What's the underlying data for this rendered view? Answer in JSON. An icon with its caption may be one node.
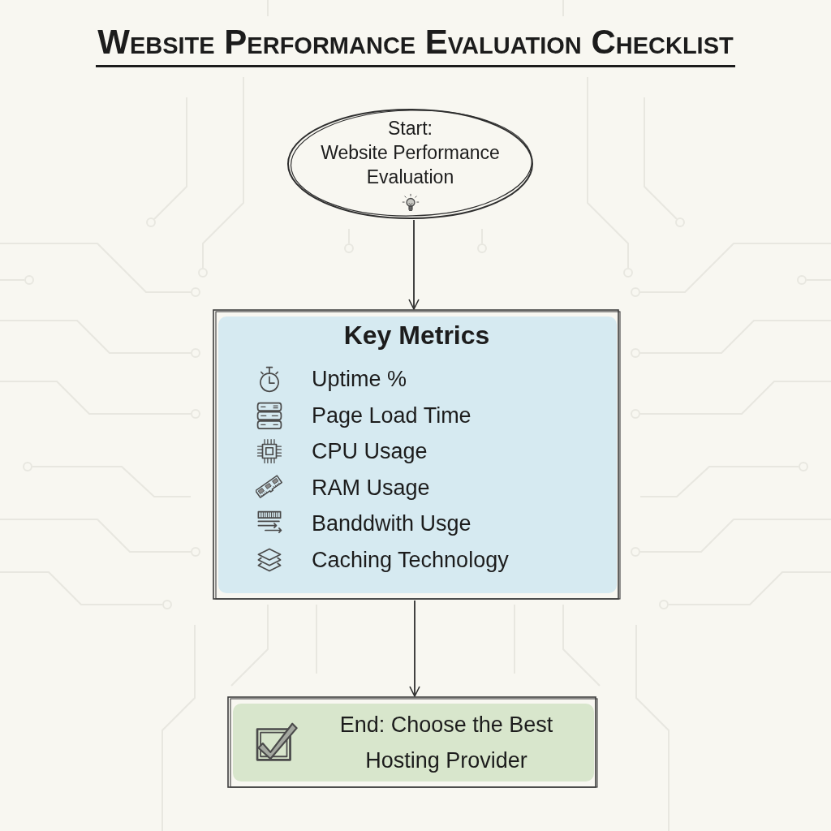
{
  "diagram": {
    "title": "Website Performance Evaluation Checklist",
    "nodes": [
      {
        "text": [
          "Start:",
          "Website Performance Evaluation"
        ]
      },
      {
        "text": [
          "Key Metrics",
          "Uptime %",
          "Page Load Time",
          "CPU Usage",
          "RAM Usage",
          "Banddwith Usge",
          "Caching Technology"
        ]
      },
      {
        "text": [
          "End: Choose the Best Hosting Provider"
        ]
      }
    ],
    "edges": [
      {
        "from": 0,
        "to": 1,
        "arrow": "to"
      },
      {
        "from": 1,
        "to": 2,
        "arrow": "to"
      }
    ]
  }
}
